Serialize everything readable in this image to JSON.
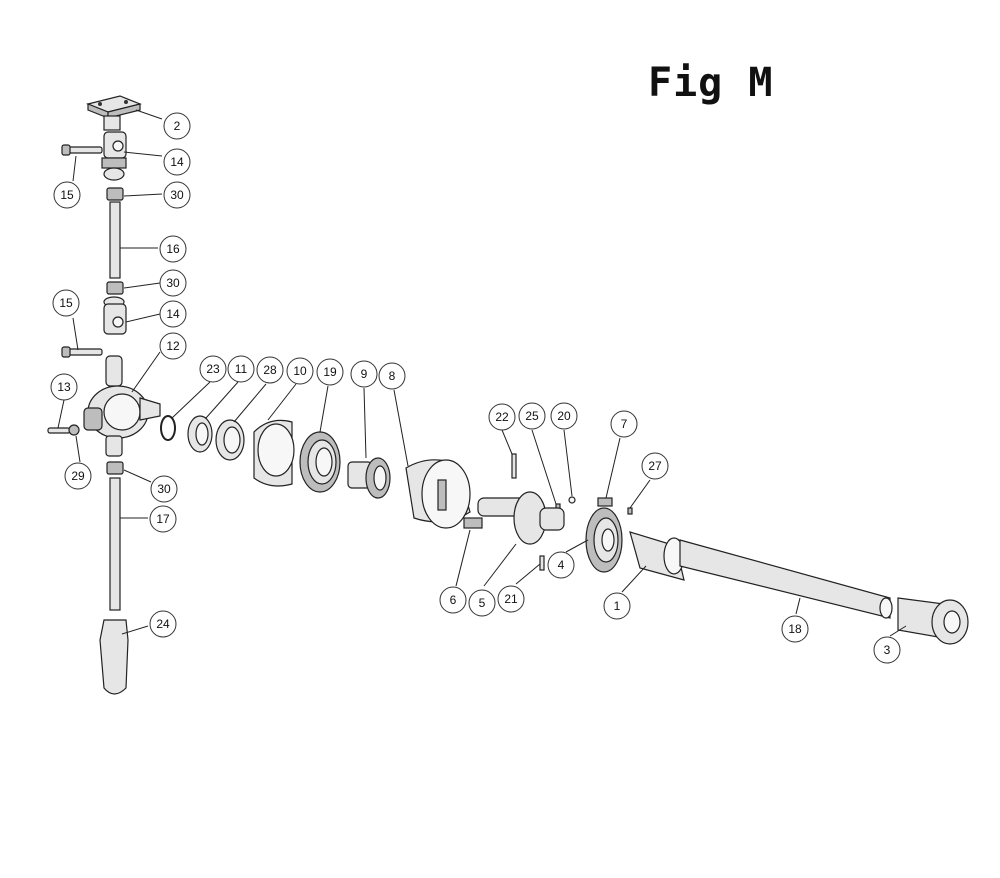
{
  "title": "Fig M",
  "callouts": [
    {
      "id": "c2",
      "label": "2"
    },
    {
      "id": "c14a",
      "label": "14"
    },
    {
      "id": "c15a",
      "label": "15"
    },
    {
      "id": "c30a",
      "label": "30"
    },
    {
      "id": "c16",
      "label": "16"
    },
    {
      "id": "c30b",
      "label": "30"
    },
    {
      "id": "c15b",
      "label": "15"
    },
    {
      "id": "c14b",
      "label": "14"
    },
    {
      "id": "c12",
      "label": "12"
    },
    {
      "id": "c13",
      "label": "13"
    },
    {
      "id": "c29",
      "label": "29"
    },
    {
      "id": "c30c",
      "label": "30"
    },
    {
      "id": "c17",
      "label": "17"
    },
    {
      "id": "c24",
      "label": "24"
    },
    {
      "id": "c23",
      "label": "23"
    },
    {
      "id": "c11",
      "label": "11"
    },
    {
      "id": "c28",
      "label": "28"
    },
    {
      "id": "c10",
      "label": "10"
    },
    {
      "id": "c19",
      "label": "19"
    },
    {
      "id": "c9",
      "label": "9"
    },
    {
      "id": "c8",
      "label": "8"
    },
    {
      "id": "c22",
      "label": "22"
    },
    {
      "id": "c25",
      "label": "25"
    },
    {
      "id": "c20",
      "label": "20"
    },
    {
      "id": "c7",
      "label": "7"
    },
    {
      "id": "c27",
      "label": "27"
    },
    {
      "id": "c6",
      "label": "6"
    },
    {
      "id": "c5",
      "label": "5"
    },
    {
      "id": "c21",
      "label": "21"
    },
    {
      "id": "c4",
      "label": "4"
    },
    {
      "id": "c1",
      "label": "1"
    },
    {
      "id": "c18",
      "label": "18"
    },
    {
      "id": "c3",
      "label": "3"
    }
  ]
}
